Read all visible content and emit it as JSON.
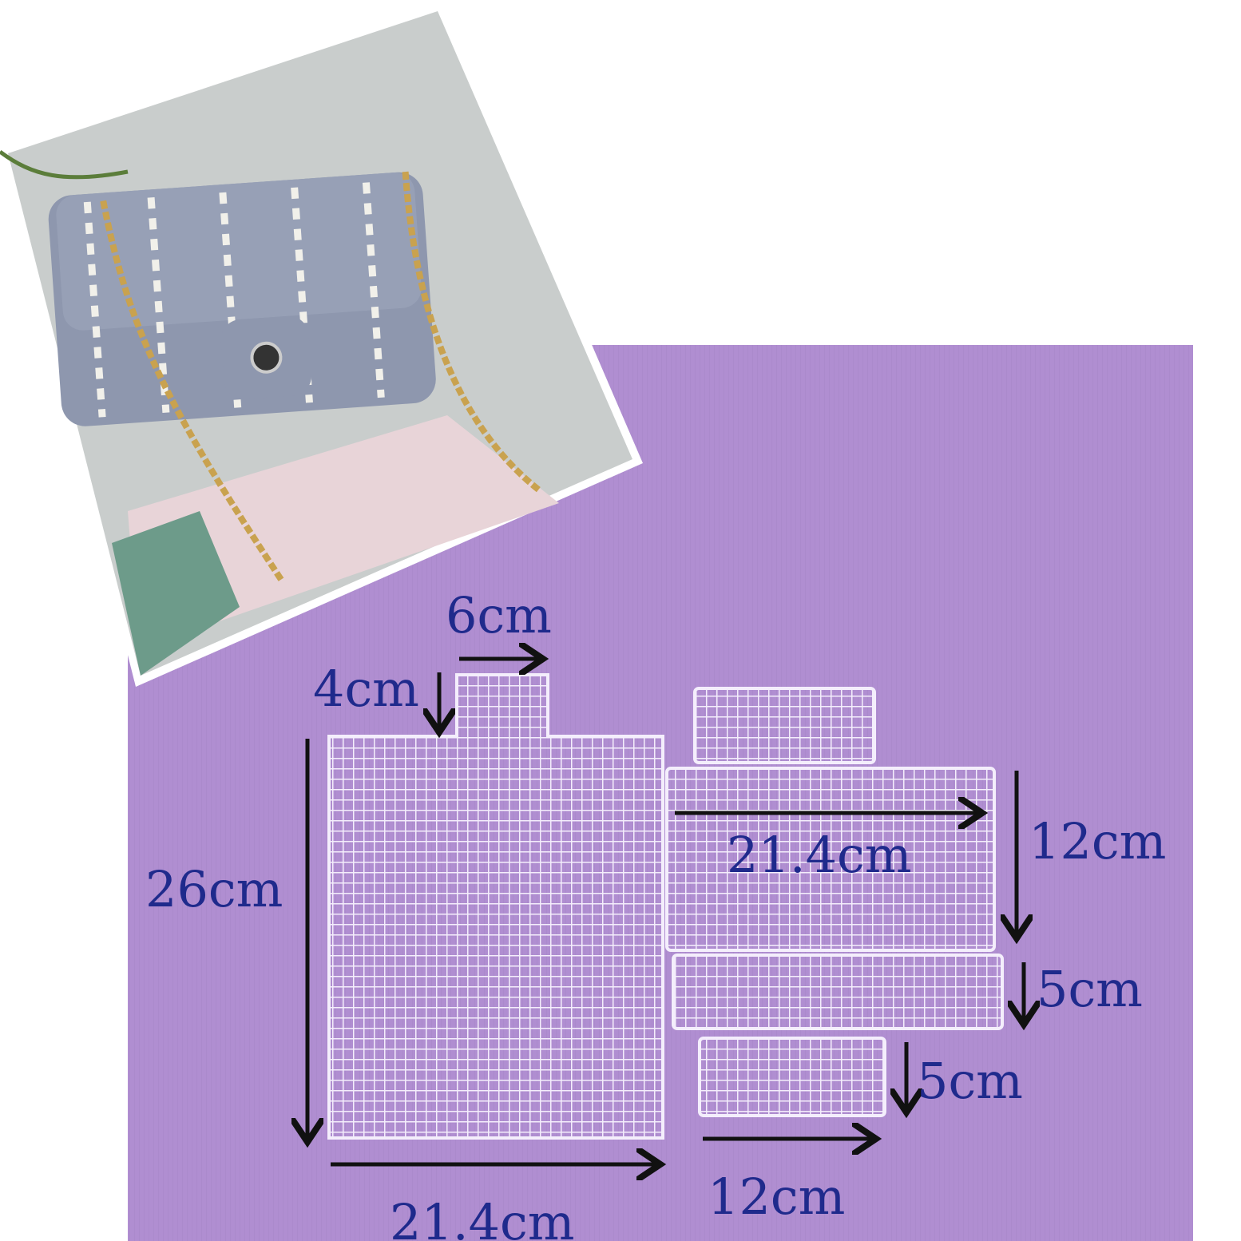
{
  "colors": {
    "background": "#b08ed1",
    "label": "#1f2a8c",
    "arrow": "#111111",
    "mesh": "#f1e9fb"
  },
  "photo": {
    "subject": "striped-crochet-bag-icon"
  },
  "labels": {
    "tab_width": "6cm",
    "tab_height": "4cm",
    "main_height": "26cm",
    "main_width": "21.4cm",
    "side_width": "21.4cm",
    "side_height": "12cm",
    "strip_height": "5cm",
    "small_height": "5cm",
    "small_width": "12cm"
  }
}
